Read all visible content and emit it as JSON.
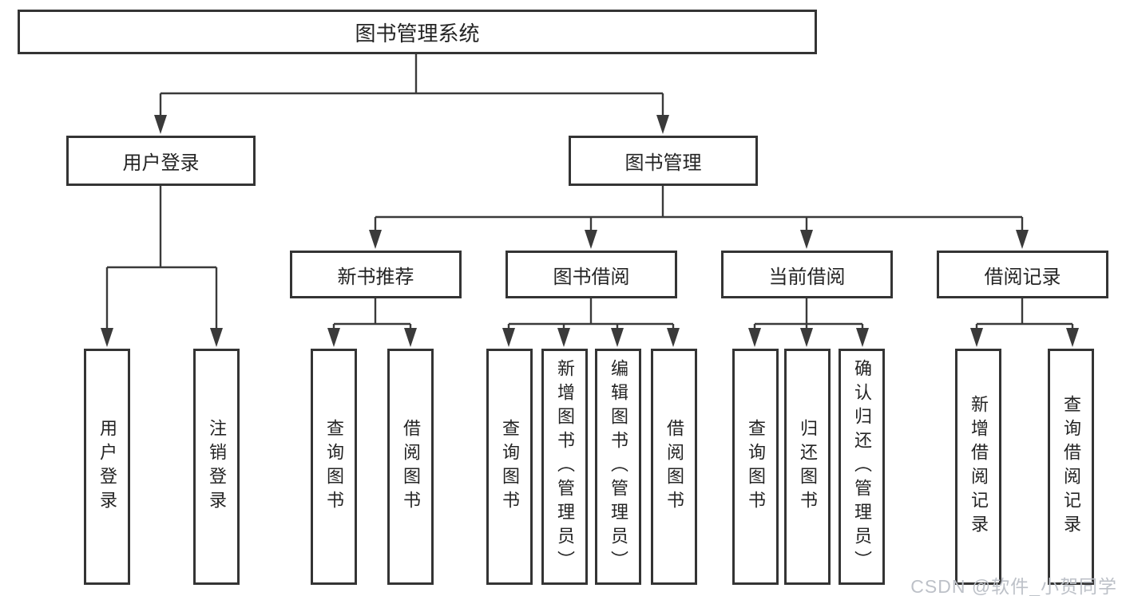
{
  "diagram": {
    "root": {
      "label": "图书管理系统"
    },
    "branches": [
      {
        "label": "用户登录",
        "children": [
          "用户登录",
          "注销登录"
        ]
      },
      {
        "label": "图书管理",
        "sections": [
          {
            "label": "新书推荐",
            "children": [
              "查询图书",
              "借阅图书"
            ]
          },
          {
            "label": "图书借阅",
            "children": [
              "查询图书",
              "新增图书（管理员）",
              "编辑图书（管理员）",
              "借阅图书"
            ]
          },
          {
            "label": "当前借阅",
            "children": [
              "查询图书",
              "归还图书",
              "确认归还（管理员）"
            ]
          },
          {
            "label": "借阅记录",
            "children": [
              "新增借阅记录",
              "查询借阅记录"
            ]
          }
        ]
      }
    ]
  },
  "watermark": "CSDN @软件_小贺同学",
  "colors": {
    "line": "#3a3a3a",
    "box_border": "#343434",
    "text": "#242424",
    "watermark": "#bdc1c8",
    "background": "#ffffff"
  }
}
